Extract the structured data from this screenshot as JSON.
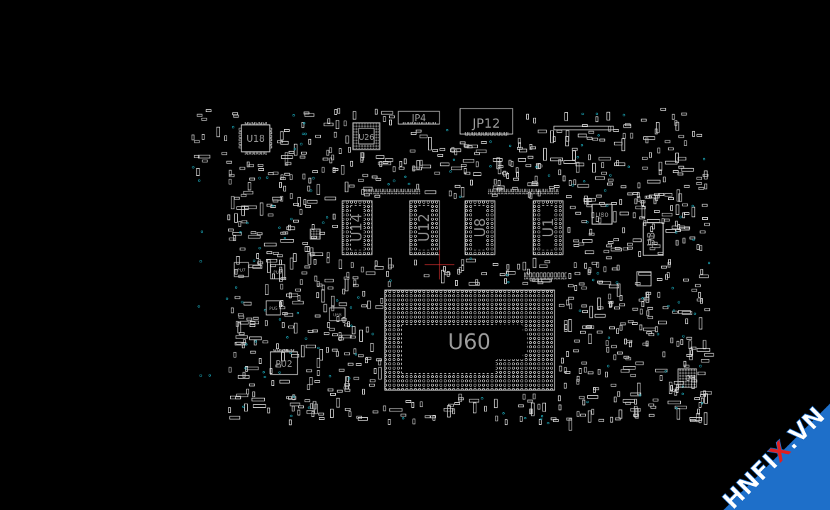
{
  "viewer": {
    "background": "#000000",
    "trace_color": "#d9d9d9",
    "label_color": "#9a9a9a",
    "via_color": "#1aa6b7"
  },
  "components": {
    "u18": "U18",
    "u26": "U26",
    "jp4": "JP4",
    "jp12": "JP12",
    "u14": "U14",
    "u12": "U12",
    "u8": "U8",
    "u1": "U1",
    "u80": "U80",
    "u3": "U3",
    "u60": "U60",
    "pu2": "PU2",
    "pu8": "PU8",
    "pu7": "PU7",
    "pu5": "PU5",
    "u68": "U68"
  },
  "watermark": {
    "text_hn": "HNFI",
    "text_x": "X",
    "text_vn": ".VN",
    "color_white": "#ffffff",
    "color_red": "#e02020",
    "color_blue": "#1e6fc9"
  }
}
